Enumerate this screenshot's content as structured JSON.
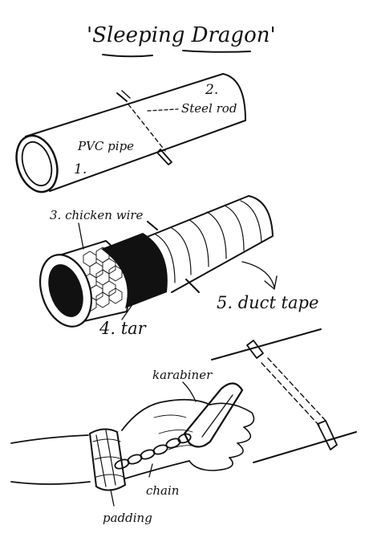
{
  "title": "'Sleeping Dragon'",
  "labels": {
    "steel_rod_num": "2.",
    "steel_rod": "Steel rod",
    "pvc_pipe": "PVC pipe",
    "pvc_num": "1.",
    "chicken_wire": "3. chicken wire",
    "duct_tape": "5. duct tape",
    "tar": "4. tar",
    "karabiner": "karabiner",
    "chain": "chain",
    "padding": "padding"
  }
}
